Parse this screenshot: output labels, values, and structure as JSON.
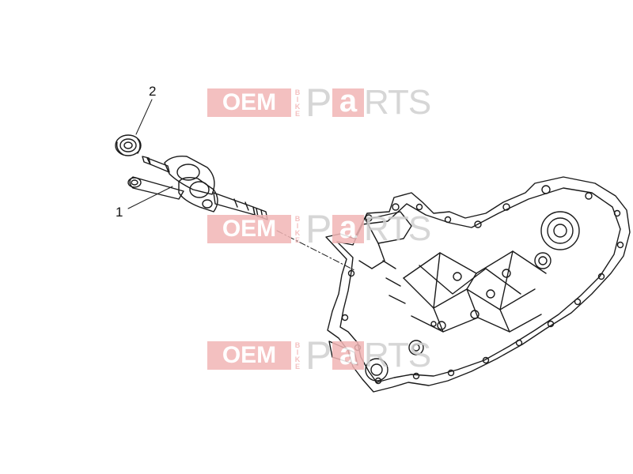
{
  "callouts": [
    {
      "number": "2",
      "part": "bearing"
    },
    {
      "number": "1",
      "part": "crankshaft"
    }
  ],
  "watermark": {
    "oem": "OEM",
    "bike": "BIKE",
    "p": "P",
    "a": "a",
    "rts": "RTS"
  },
  "colors": {
    "line": "#1a1a1a",
    "watermark_red": "#f2b6b6",
    "watermark_grey": "#cfcfcf"
  }
}
